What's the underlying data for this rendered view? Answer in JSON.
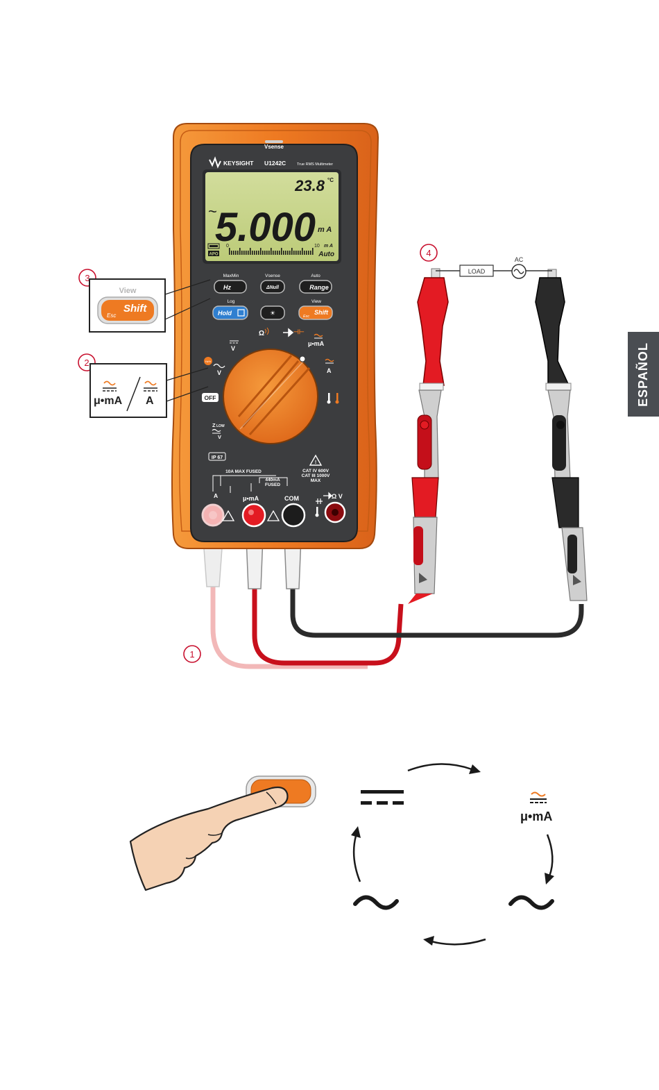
{
  "side_tab": "ESPAÑOL",
  "meter": {
    "top_label": "Vsense",
    "brand": "KEYSIGHT",
    "model": "U1242C",
    "model_desc": "True RMS Multimeter",
    "display": {
      "secondary_value": "23.8",
      "secondary_unit": "°C",
      "primary_value": "5.000",
      "primary_unit": "m A",
      "ac_symbol": "~",
      "bargraph_start": "0",
      "bargraph_end": "10",
      "bargraph_unit": "m A",
      "apo": "APO",
      "range_mode": "Auto"
    },
    "buttons": [
      {
        "top": "MaxMin",
        "label": "Hz"
      },
      {
        "top": "Vsense",
        "label": "ΔNull"
      },
      {
        "top": "Auto",
        "label": "Range"
      },
      {
        "top": "Log",
        "label": "Hold"
      },
      {
        "top": "",
        "label": "☀"
      },
      {
        "top": "View",
        "label": "Shift",
        "sub": "Esc"
      }
    ],
    "dial": {
      "dc_v": "V",
      "ac_v": "V",
      "hz_badge": "Hz%",
      "off": "OFF",
      "zlow": "Z",
      "zlow_sub": "LOW",
      "zlow_v": "V",
      "ohm": "Ω",
      "diode_cap": "⊣⊢",
      "micro_ma": "μ•mA",
      "a_label": "A",
      "temp": "🌡"
    },
    "ip_rating": "IP 67",
    "terminal_labels": {
      "fused_10a": "10A MAX FUSED",
      "fused_440ma": "440mA",
      "fused_440ma_2": "FUSED",
      "cat_iv": "CAT IV  600V",
      "cat_iii": "CAT III  1000V",
      "max": "MAX",
      "a": "A",
      "uma": "μ•mA",
      "com": "COM",
      "v": "Ω V"
    }
  },
  "callouts": {
    "c1": "1",
    "c2": "2",
    "c3": "3",
    "c4": "4",
    "c3_view": "View",
    "c3_esc": "Esc",
    "c3_shift": "Shift",
    "c2_left": "μ•mA",
    "c2_right": "A"
  },
  "circuit": {
    "load": "LOAD",
    "ac": "AC"
  },
  "cycle": {
    "top_right_label": "μ•mA"
  },
  "colors": {
    "orange": "#ee7a22",
    "red": "#d40f1c",
    "callout": "#c8102e",
    "lcd": "#c9d68e",
    "body": "#3c3d3f"
  }
}
